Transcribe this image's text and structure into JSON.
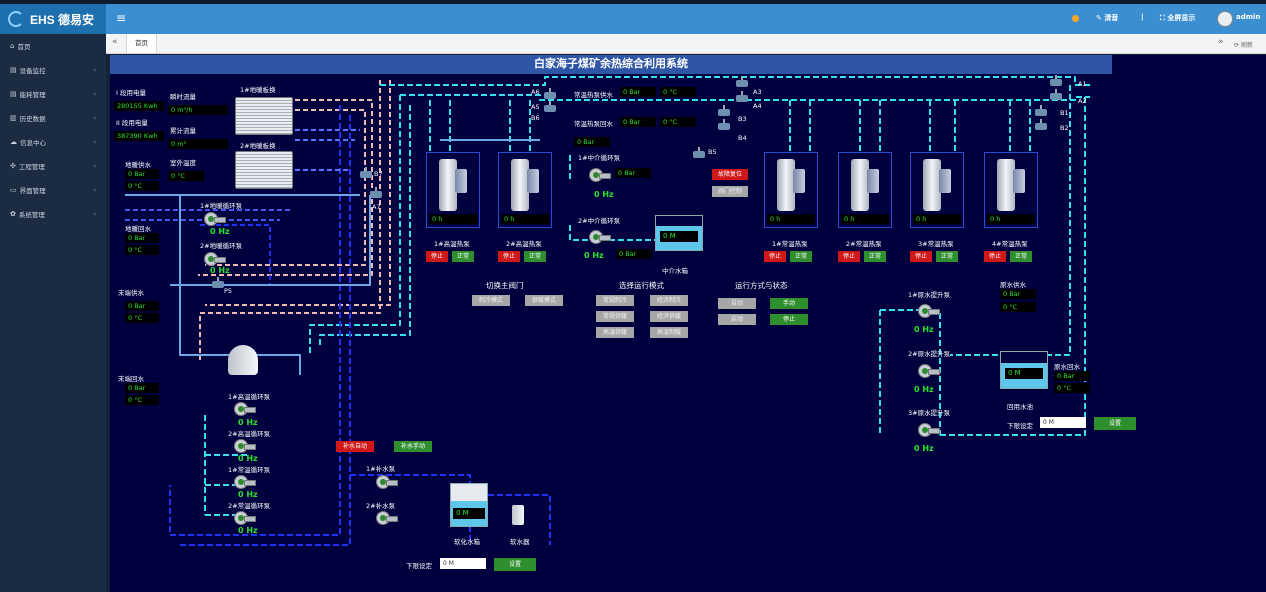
{
  "app": {
    "logo_text": "EHS 德易安"
  },
  "sidebar": {
    "items": [
      {
        "label": "首页",
        "icon": "home-icon",
        "glyph": "⌂",
        "chev": ""
      },
      {
        "label": "设备监控",
        "icon": "monitor-icon",
        "glyph": "▤",
        "chev": "‹"
      },
      {
        "label": "能耗管理",
        "icon": "energy-icon",
        "glyph": "▤",
        "chev": "‹"
      },
      {
        "label": "历史数据",
        "icon": "chart-icon",
        "glyph": "▥",
        "chev": "‹"
      },
      {
        "label": "信息中心",
        "icon": "cloud-icon",
        "glyph": "☁",
        "chev": "‹"
      },
      {
        "label": "工程管理",
        "icon": "tool-icon",
        "glyph": "✣",
        "chev": "‹"
      },
      {
        "label": "界面管理",
        "icon": "window-icon",
        "glyph": "▭",
        "chev": "‹"
      },
      {
        "label": "系统管理",
        "icon": "gear-icon",
        "glyph": "✿",
        "chev": "‹"
      }
    ]
  },
  "header": {
    "clear_label": "清音",
    "separator": "|",
    "fullscreen_label": "全屏显示",
    "user": "admin"
  },
  "tabs": {
    "home_label": "首页",
    "refresh_label": "刷新"
  },
  "scada": {
    "title": "白家海子煤矿余热综合利用系统",
    "meters": {
      "power1_label": "I 段用电量",
      "power1_value": "280155 Kwh",
      "power2_label": "II 段用电量",
      "power2_value": "387390 Kwh",
      "inst_flow_label": "瞬时流量",
      "inst_flow_value": "0 m³/h",
      "acc_flow_label": "累计流量",
      "acc_flow_value": "0 m³",
      "outdoor_temp_label": "室外温度",
      "outdoor_temp_value": "0 °C",
      "floor_supply_label": "地暖供水",
      "floor_supply_p": "0 Bar",
      "floor_supply_t": "0 °C",
      "floor_return_label": "地暖回水",
      "floor_return_p": "0 Bar",
      "floor_return_t": "0 °C",
      "end_supply_label": "末端供水",
      "end_supply_p": "0 Bar",
      "end_supply_t": "0 °C",
      "end_return_label": "末端回水",
      "end_return_p": "0 Bar",
      "end_return_t": "0 °C",
      "hp_supply_label": "常温热泵供水",
      "hp_supply_p": "0 Bar",
      "hp_supply_t": "0 °C",
      "hp_return_label": "常温热泵回水",
      "hp_return_p": "0 Bar",
      "hp_return_t": "0 °C",
      "mid_bar": "0 Bar",
      "mid_pump_bar": "0 Bar",
      "mid_tank_level": "0 M",
      "raw_supply_label": "原水供水",
      "raw_supply_p": "0 Bar",
      "raw_supply_t": "0 °C",
      "raw_return_label": "原水回水",
      "raw_return_p": "0 Bar",
      "raw_return_t": "0 °C",
      "reuse_tank_level": "0 M",
      "soft_tank_level": "0 M"
    },
    "hx": {
      "hx1_label": "1#地暖板换",
      "hx2_label": "2#地暖板换"
    },
    "valves": {
      "b7": "B7",
      "a7": "A7",
      "p5": "P5",
      "a6": "A6",
      "a5": "A5",
      "b6": "B6",
      "b5": "B5",
      "a3": "A3",
      "a4": "A4",
      "b3": "B3",
      "b4": "B4",
      "a1": "A1",
      "a2": "A2",
      "b1": "B1",
      "b2": "B2"
    },
    "pumps": {
      "floor1_label": "1#地暖循环泵",
      "floor1_hz": "0 Hz",
      "floor2_label": "2#地暖循环泵",
      "floor2_hz": "0 Hz",
      "mid1_label": "1#中介循环泵",
      "mid1_hz": "0 Hz",
      "mid2_label": "2#中介循环泵",
      "mid2_hz": "0 Hz",
      "ht1_label": "1#高温循环泵",
      "ht1_hz": "0 Hz",
      "ht2_label": "2#高温循环泵",
      "ht2_hz": "0 Hz",
      "nt1_label": "1#常温循环泵",
      "nt1_hz": "0 Hz",
      "nt2_label": "2#常温循环泵",
      "nt2_hz": "0 Hz",
      "make1_label": "1#补水泵",
      "make2_label": "2#补水泵",
      "raw1_label": "1#原水提升泵",
      "raw1_hz": "0 Hz",
      "raw2_label": "2#原水提升泵",
      "raw2_hz": "0 Hz",
      "raw3_label": "3#原水提升泵",
      "raw3_hz": "0 Hz"
    },
    "heat_pumps": [
      {
        "label": "1#高温热泵",
        "hours": "0 h",
        "stop": "停止",
        "status": "正常"
      },
      {
        "label": "2#高温热泵",
        "hours": "0 h",
        "stop": "停止",
        "status": "正常"
      },
      {
        "label": "1#常温热泵",
        "hours": "0 h",
        "stop": "停止",
        "status": "正常"
      },
      {
        "label": "2#常温热泵",
        "hours": "0 h",
        "stop": "停止",
        "status": "正常"
      },
      {
        "label": "3#常温热泵",
        "hours": "0 h",
        "stop": "停止",
        "status": "正常"
      },
      {
        "label": "4#常温热泵",
        "hours": "0 h",
        "stop": "停止",
        "status": "正常"
      }
    ],
    "faults": {
      "reset": "故障复位",
      "valve_ctrl": "阀门控制"
    },
    "mid_tank_label": "中介水箱",
    "switch_valve": {
      "title": "切换主阀门",
      "opt1": "制冷模式",
      "opt2": "供暖模式"
    },
    "run_mode": {
      "title": "选择运行模式",
      "opts": [
        "常规制冷",
        "经济制冷",
        "常规供暖",
        "经济供暖",
        "高温供暖",
        "高温制暖"
      ]
    },
    "run_state": {
      "title": "运行方式与状态",
      "auto": "自动",
      "manual": "手动",
      "start": "启动",
      "stop": "停止"
    },
    "makeup": {
      "auto": "补水自动",
      "manual": "补水手动"
    },
    "soft_tank_label": "软化水箱",
    "softener_label": "软水器",
    "reuse_tank_label": "回用水池",
    "lower_limit_label": "下限设定",
    "lower_limit_value": "0 M",
    "set_label": "设置",
    "lower_limit2_label": "下限设定",
    "lower_limit2_value": "0 M",
    "set2_label": "设置"
  }
}
